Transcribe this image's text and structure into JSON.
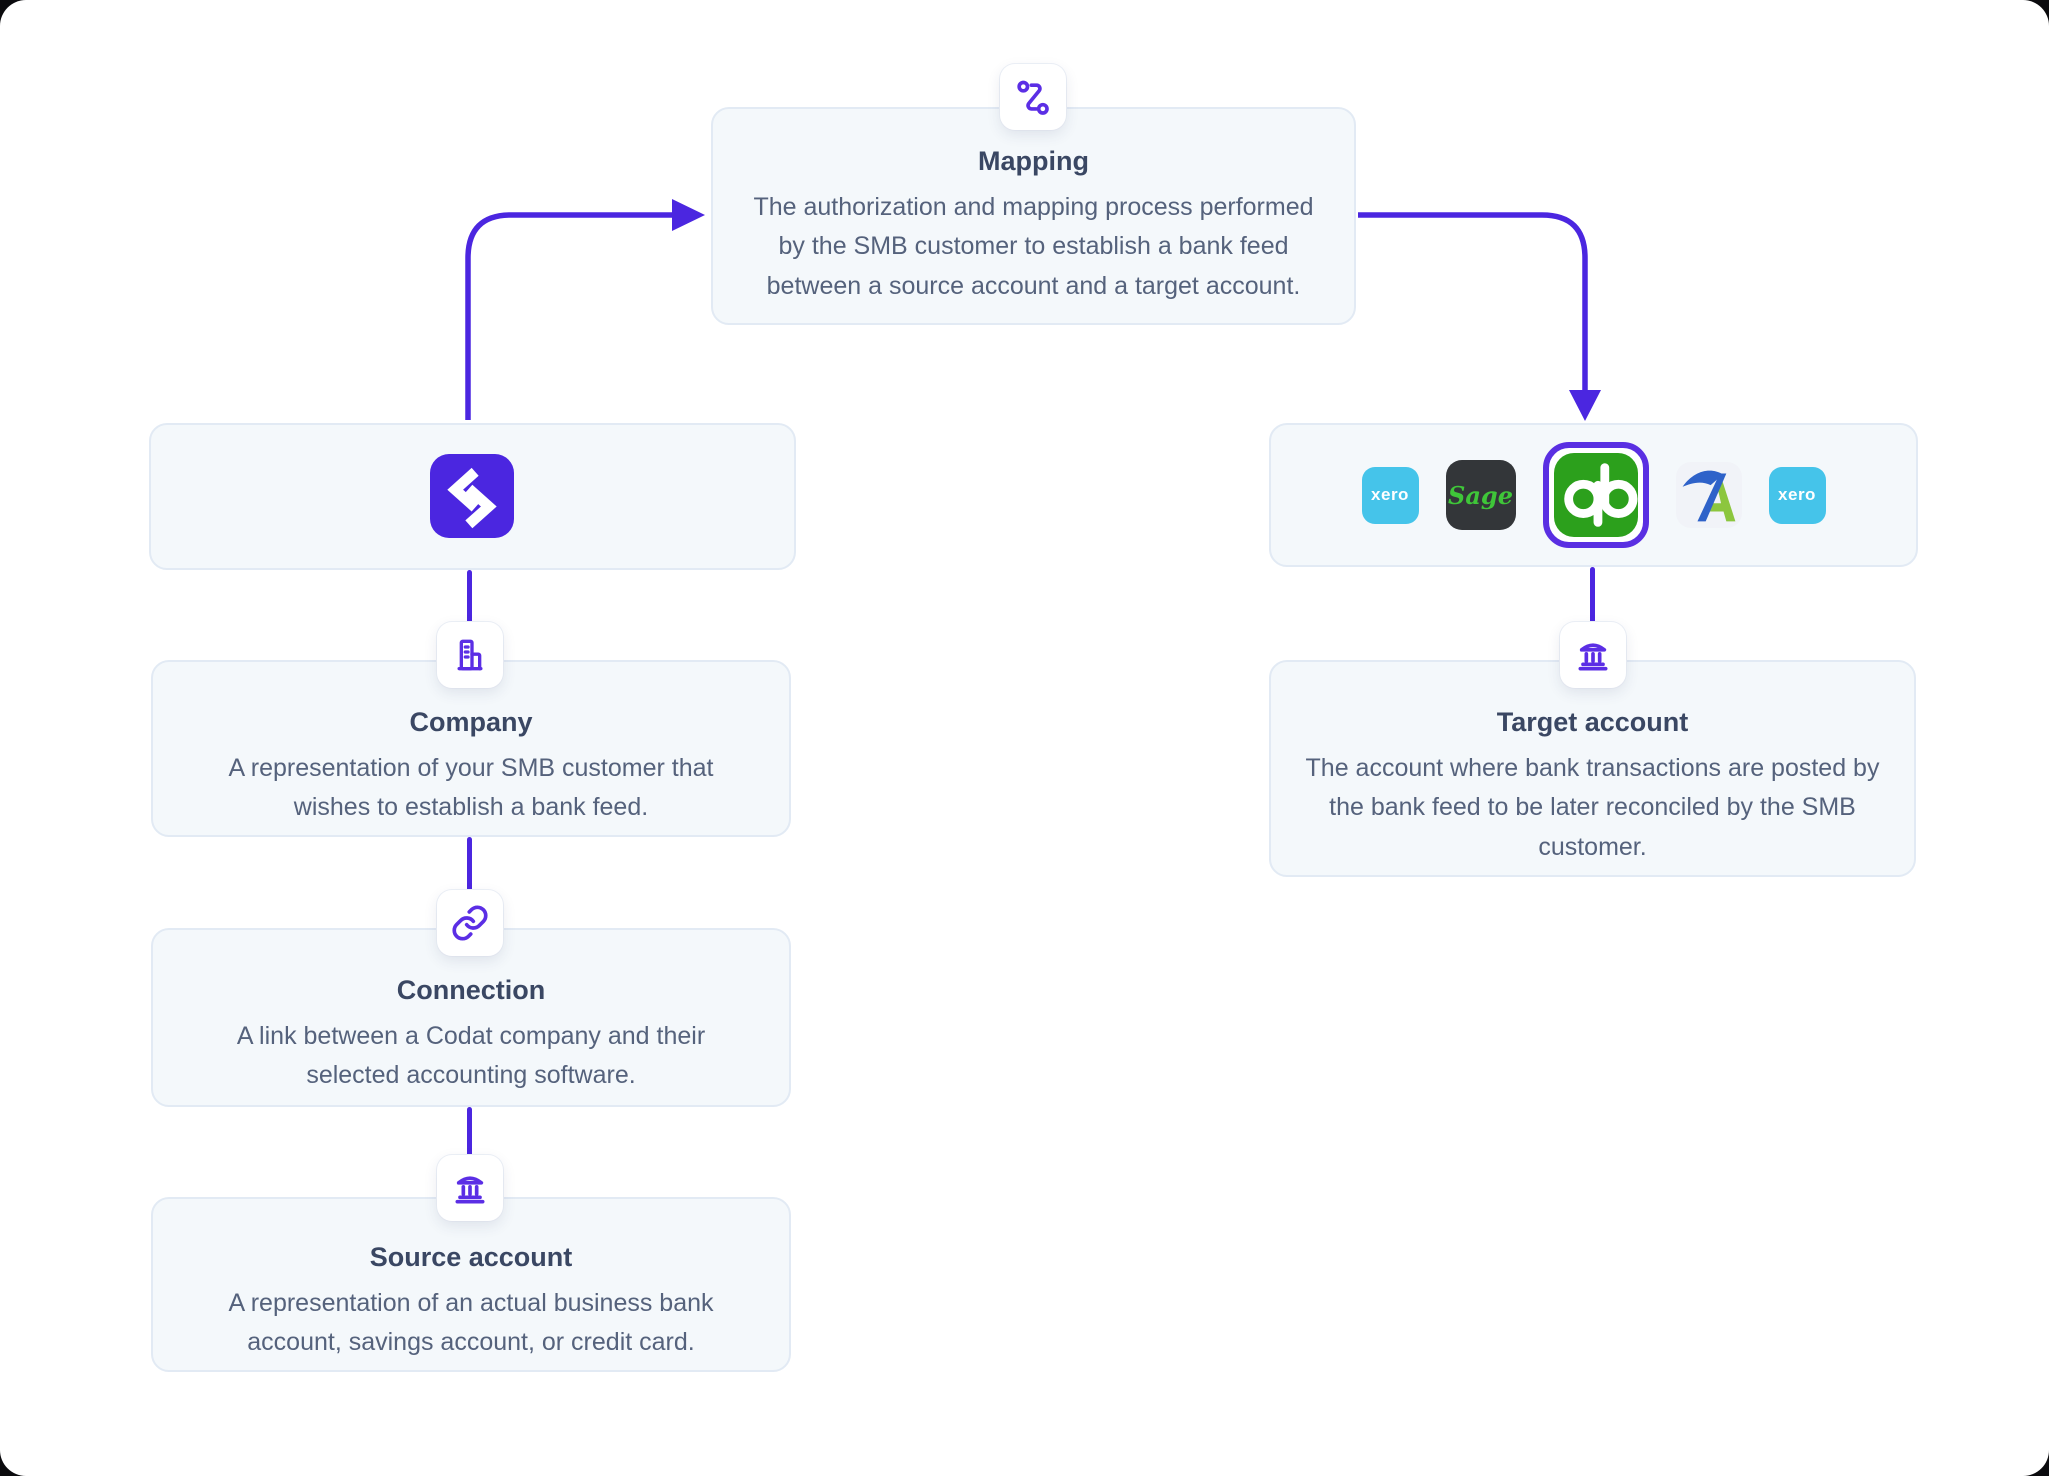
{
  "diagram": {
    "mapping": {
      "title": "Mapping",
      "description": "The authorization and mapping process performed by the SMB customer to establish a bank feed between a source account and a target account."
    },
    "company": {
      "title": "Company",
      "description": "A representation of your SMB customer that wishes to establish a bank feed."
    },
    "connection": {
      "title": "Connection",
      "description": "A link between a Codat company and their selected accounting software."
    },
    "source_account": {
      "title": "Source account",
      "description": "A representation of an actual business bank account, savings account, or credit card."
    },
    "target_account": {
      "title": "Target account",
      "description": "The account where bank transactions are posted by the bank feed to be later reconciled by the SMB customer."
    },
    "software_logos": {
      "items": [
        "xero",
        "sage",
        "quickbooks",
        "freeagent",
        "xero"
      ],
      "selected": "quickbooks",
      "xero_label": "xero",
      "sage_label": "Sage"
    }
  },
  "colors": {
    "accent_purple": "#4b26e0",
    "icon_purple": "#5b2ee5",
    "selection_ring_purple": "#5a2fe2",
    "box_background": "#f4f8fb",
    "box_border": "#e2eaf4",
    "title_text": "#3a4763",
    "body_text": "#55627c",
    "xero_blue": "#45c4ea",
    "sage_dark": "#333639",
    "sage_green": "#3fc639",
    "quickbooks_green": "#2ca01c",
    "freeagent_blue": "#2e62c9",
    "freeagent_green": "#8cc63e"
  }
}
